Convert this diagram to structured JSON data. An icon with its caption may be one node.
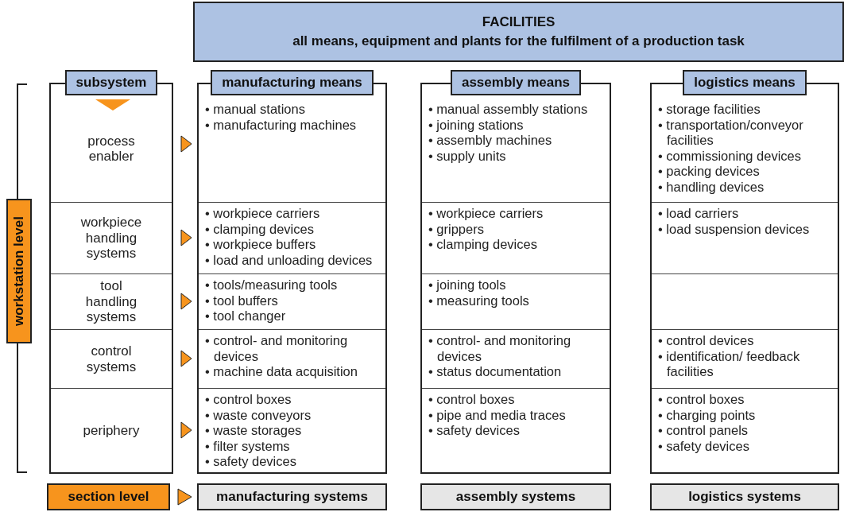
{
  "diagram": {
    "nodes": [
      {
        "text": [
          "FACILITIES",
          "all means, equipment and plants for the fulfilment of a production task"
        ]
      },
      {
        "text": [
          "subsystem"
        ]
      },
      {
        "text": [
          "process enabler"
        ],
        "in": 1
      },
      {
        "text": [
          "workpiece handling systems"
        ],
        "in": 1
      },
      {
        "text": [
          "tool handling systems"
        ],
        "in": 1
      },
      {
        "text": [
          "control systems"
        ],
        "in": 1
      },
      {
        "text": [
          "periphery"
        ],
        "in": 1
      },
      {
        "text": [
          "manufacturing means"
        ]
      },
      {
        "text": [
          "• manual stations",
          "• manufacturing machines"
        ],
        "in": 7
      },
      {
        "text": [
          "• workpiece carriers",
          "• clamping devices",
          "• workpiece buffers",
          "• load and unloading devices"
        ],
        "in": 7
      },
      {
        "text": [
          "• tools/measuring tools",
          "• tool buffers",
          "• tool changer"
        ],
        "in": 7
      },
      {
        "text": [
          "• control- and monitoring devices",
          "• machine data acquisition"
        ],
        "in": 7
      },
      {
        "text": [
          "• control boxes",
          "• waste conveyors",
          "• waste storages",
          "• filter systems",
          "• safety devices"
        ],
        "in": 7
      },
      {
        "text": [
          "assembly means"
        ]
      },
      {
        "text": [
          "• manual assembly stations",
          "• joining stations",
          "• assembly machines",
          "• supply units"
        ],
        "in": 13
      },
      {
        "text": [
          "• workpiece carriers",
          "• grippers",
          "• clamping devices"
        ],
        "in": 13
      },
      {
        "text": [
          "• joining tools",
          "• measuring tools"
        ],
        "in": 13
      },
      {
        "text": [
          "• control- and monitoring devices",
          "• status documentation"
        ],
        "in": 13
      },
      {
        "text": [
          "• control boxes",
          "• pipe and media traces",
          "• safety devices"
        ],
        "in": 13
      },
      {
        "text": [
          "logistics means"
        ]
      },
      {
        "text": [
          "• storage facilities",
          "• transportation/conveyor facilities",
          "• commissioning devices",
          "• packing devices",
          "• handling devices"
        ],
        "in": 19
      },
      {
        "text": [
          "• load carriers",
          "• load suspension devices"
        ],
        "in": 19
      },
      {
        "text": [],
        "shape": "box",
        "in": 19
      },
      {
        "text": [
          "• control devices",
          "• identification/ feedback facilities"
        ],
        "in": 19
      },
      {
        "text": [
          "• control boxes",
          "• charging points",
          "• control panels",
          "• safety devices"
        ],
        "in": 19
      },
      {
        "text": [
          "workstation level"
        ]
      },
      {
        "text": [
          "section level"
        ]
      },
      {
        "text": [
          "manufacturing systems"
        ]
      },
      {
        "text": [
          "assembly systems"
        ]
      },
      {
        "text": [
          "logistics systems"
        ]
      }
    ],
    "edges": [
      {
        "from": 2,
        "to": 8,
        "arrow": "to"
      },
      {
        "from": 3,
        "to": 9,
        "arrow": "to"
      },
      {
        "from": 4,
        "to": 10,
        "arrow": "to"
      },
      {
        "from": 5,
        "to": 11,
        "arrow": "to"
      },
      {
        "from": 6,
        "to": 12,
        "arrow": "to"
      },
      {
        "from": 26,
        "to": 27,
        "arrow": "to"
      }
    ]
  }
}
